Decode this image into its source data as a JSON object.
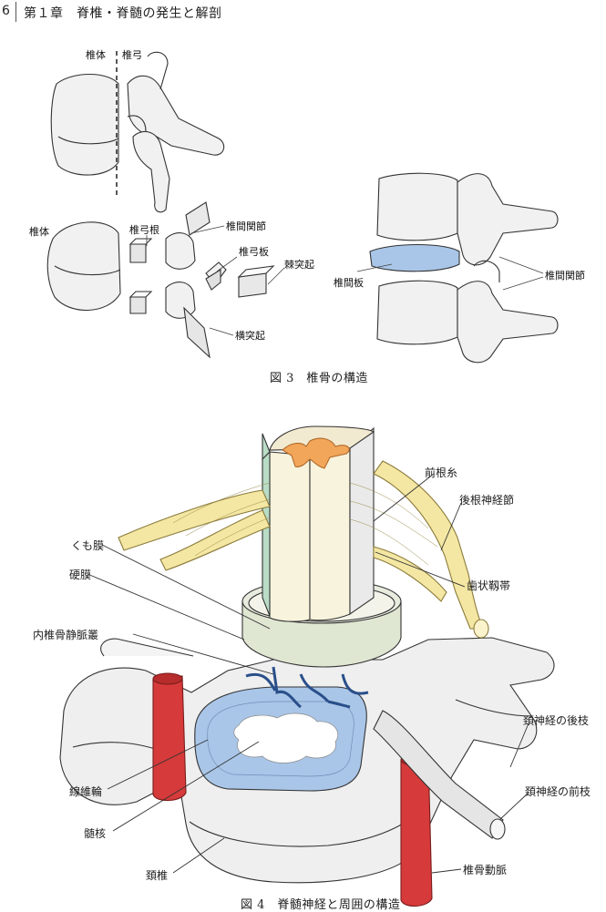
{
  "header": {
    "page_number": "6",
    "chapter_title": "第１章　脊椎・脊髄の発生と解剖"
  },
  "figure3": {
    "caption": "図 3　椎骨の構造",
    "labels": {
      "body_top": "椎体",
      "arch_top": "椎弓",
      "body_left": "椎体",
      "pedicle": "椎弓根",
      "facet_joint_left": "椎間関節",
      "lamina": "椎弓板",
      "spinous_process": "棘突起",
      "transverse_process": "横突起",
      "disc": "椎間板",
      "facet_joint_right": "椎間関節"
    }
  },
  "figure4": {
    "caption": "図 4　脊髄神経と周囲の構造",
    "labels": {
      "arachnoid": "くも膜",
      "dura": "硬膜",
      "venous_plexus": "内椎骨静脈叢",
      "annulus": "線維輪",
      "nucleus": "髄核",
      "cervical_vertebra": "頚椎",
      "ventral_root": "前根糸",
      "dorsal_root_ganglion": "後根神経節",
      "dentate_ligament": "歯状靱帯",
      "dorsal_ramus": "頚神経の後枝",
      "ventral_ramus": "頚神経の前枝",
      "vertebral_artery": "椎骨動脈"
    }
  },
  "colors": {
    "bone": "#f1f1f1",
    "bone_shade": "#d6d6d6",
    "disc_blue": "#a9c6e8",
    "nerve_yellow": "#f4e7a3",
    "cord_cream": "#f8f3dc",
    "gray_matter": "#f2a65a",
    "artery_red": "#d63a3a",
    "vein_blue": "#2a4f8a",
    "dura_green": "#dfe6d2",
    "ligament_green": "#b9dcc6"
  }
}
